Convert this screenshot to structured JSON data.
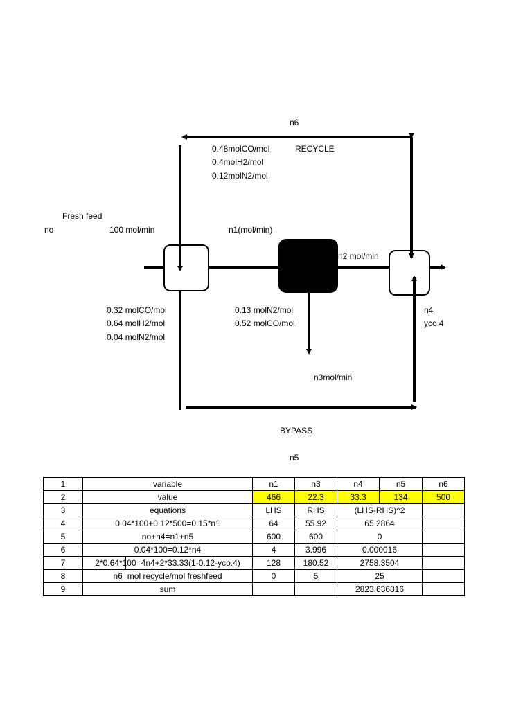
{
  "diagram": {
    "labels": {
      "n6": "n6",
      "recycle": "RECYCLE",
      "recycle_co": "0.48molCO/mol",
      "recycle_h2": "0.4molH2/mol",
      "recycle_n2": "0.12molN2/mol",
      "fresh_feed": "Fresh feed",
      "no": "no",
      "feed_rate": "100 mol/min",
      "n1": "n1(mol/min)",
      "n2": "n2 mol/min",
      "feed_co": "0.32 molCO/mol",
      "feed_h2": "0.64 molH2/mol",
      "feed_n2": "0.04 molN2/mol",
      "n3_n2": "0.13 molN2/mol",
      "n3_co": "0.52 molCO/mol",
      "n4": "n4",
      "yco4": "yco.4",
      "n3": "n3mol/min",
      "bypass": "BYPASS",
      "n5": "n5"
    }
  },
  "table": {
    "rows": [
      [
        "1",
        "variable",
        "n1",
        "n3",
        "n4",
        "n5",
        "n6"
      ],
      [
        "2",
        "value",
        "466",
        "22.3",
        "33.3",
        "134",
        "500"
      ],
      [
        "3",
        "equations",
        "LHS",
        "RHS",
        "(LHS-RHS)^2",
        "",
        ""
      ],
      [
        "4",
        "0.04*100+0.12*500=0.15*n1",
        "64",
        "55.92",
        "65.2864",
        "",
        ""
      ],
      [
        "5",
        "no+n4=n1+n5",
        "600",
        "600",
        "0",
        "",
        ""
      ],
      [
        "6",
        "0.04*100=0.12*n4",
        "4",
        "3.996",
        "0.000016",
        "",
        ""
      ],
      [
        "7",
        "2*0.64*100=4n4+2*33.33(1-0.12-yco.4)",
        "128",
        "180.52",
        "2758.3504",
        "",
        ""
      ],
      [
        "8",
        "n6=mol recycle/mol freshfeed",
        "0",
        "5",
        "25",
        "",
        ""
      ],
      [
        "9",
        "sum",
        "",
        "",
        "2823.636816",
        "",
        ""
      ]
    ],
    "highlight_color": "#ffff00"
  }
}
